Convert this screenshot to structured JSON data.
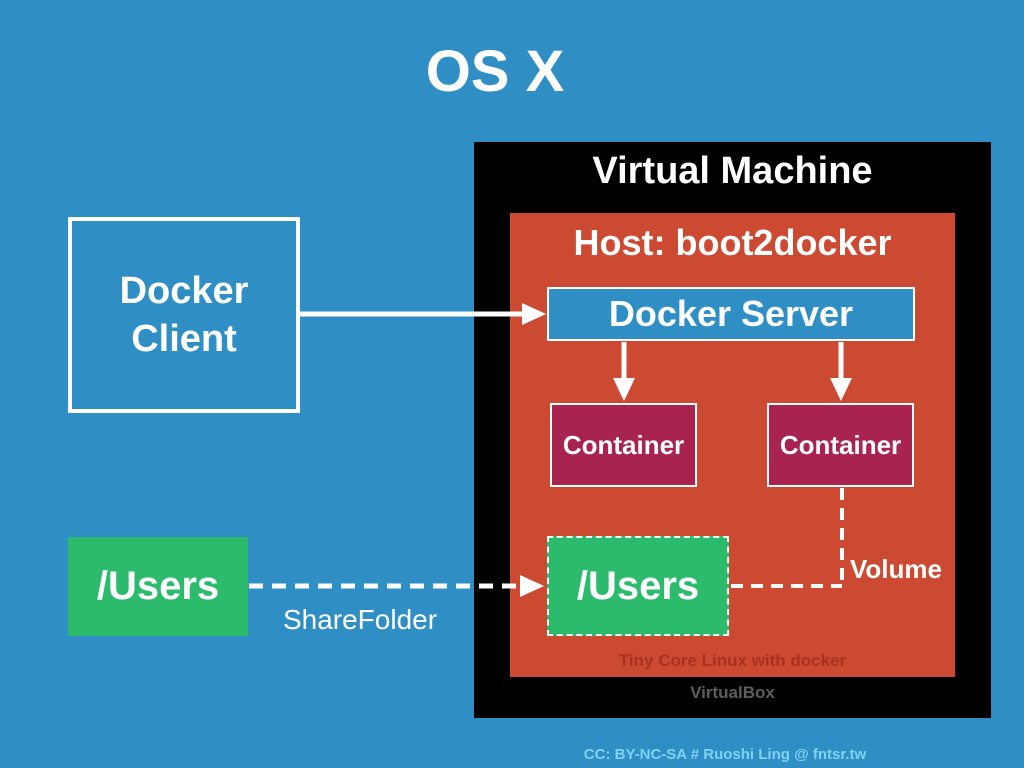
{
  "title": "OS X",
  "vm": {
    "label": "Virtual Machine",
    "footer": "VirtualBox"
  },
  "host": {
    "label": "Host: boot2docker",
    "footer": "Tiny Core Linux with docker"
  },
  "docker_server": {
    "label": "Docker Server"
  },
  "containers": [
    {
      "label": "Container"
    },
    {
      "label": "Container"
    }
  ],
  "docker_client": {
    "line1": "Docker",
    "line2": "Client"
  },
  "users_host": {
    "label": "/Users"
  },
  "users_vm": {
    "label": "/Users"
  },
  "share_folder": {
    "label": "ShareFolder"
  },
  "volume": {
    "label": "Volume"
  },
  "credit": "CC: BY-NC-SA # Ruoshi Ling @ fntsr.tw",
  "colors": {
    "background": "#2f8fc4",
    "vm": "#000000",
    "host": "#cd4a32",
    "container": "#a82350",
    "users": "#2cbb6d"
  }
}
